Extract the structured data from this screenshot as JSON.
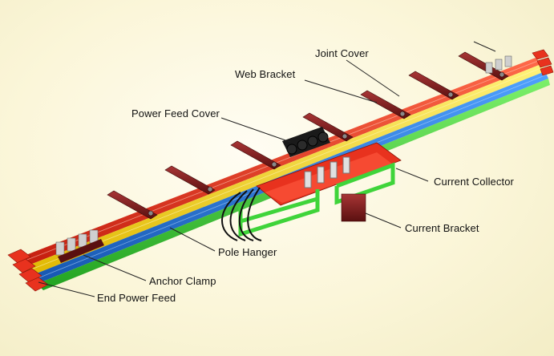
{
  "labels": {
    "joint_cover": "Joint Cover",
    "web_bracket": "Web Bracket",
    "power_feed_cover": "Power Feed Cover",
    "current_collector": "Current Collector",
    "current_bracket": "Current Bracket",
    "pole_hanger": "Pole Hanger",
    "anchor_clamp": "Anchor Clamp",
    "end_power_feed": "End Power Feed"
  },
  "colors": {
    "background": "#fbf6d9",
    "conductor_red": "#e8321e",
    "conductor_yellow": "#f2d21a",
    "conductor_blue": "#1f73d6",
    "conductor_green": "#3fd43a",
    "bracket_maroon": "#7a1d1d",
    "power_feed_cover": "#1a1a1a",
    "anchor_clamp_metal": "#cfcfcf"
  }
}
